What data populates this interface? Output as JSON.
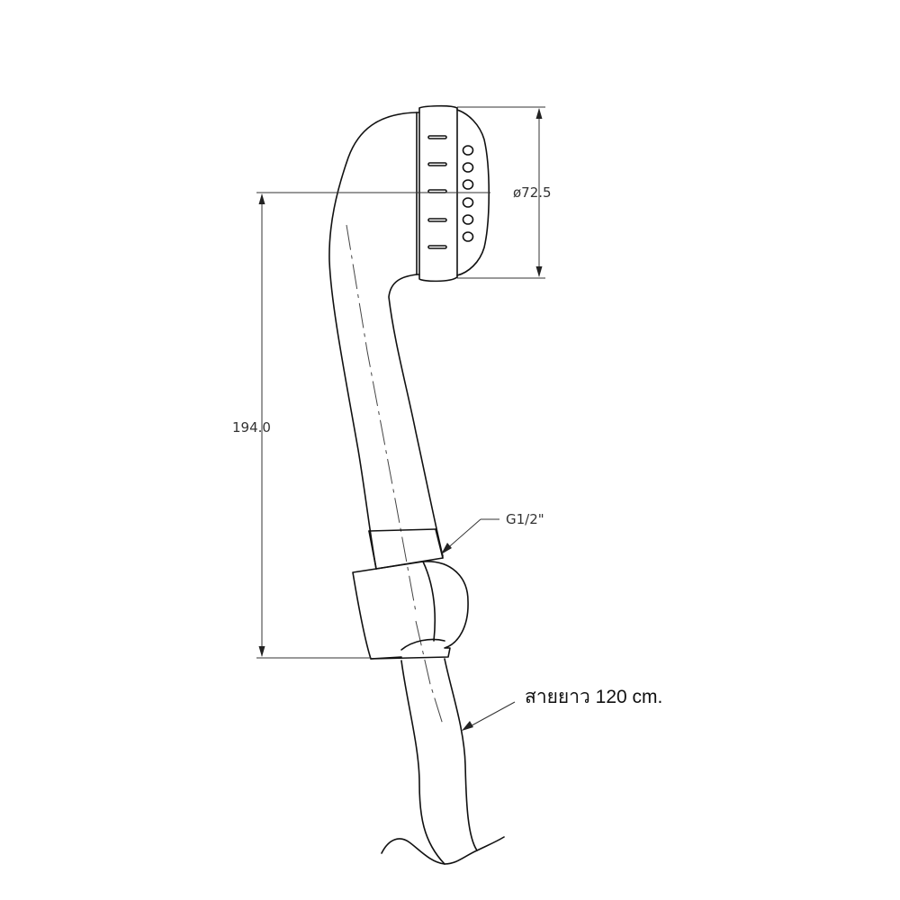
{
  "diagram": {
    "labels": {
      "diameter": "ø72.5",
      "length": "194.0",
      "thread": "G1/2\"",
      "hose": "สายยาว 120   cm."
    }
  }
}
